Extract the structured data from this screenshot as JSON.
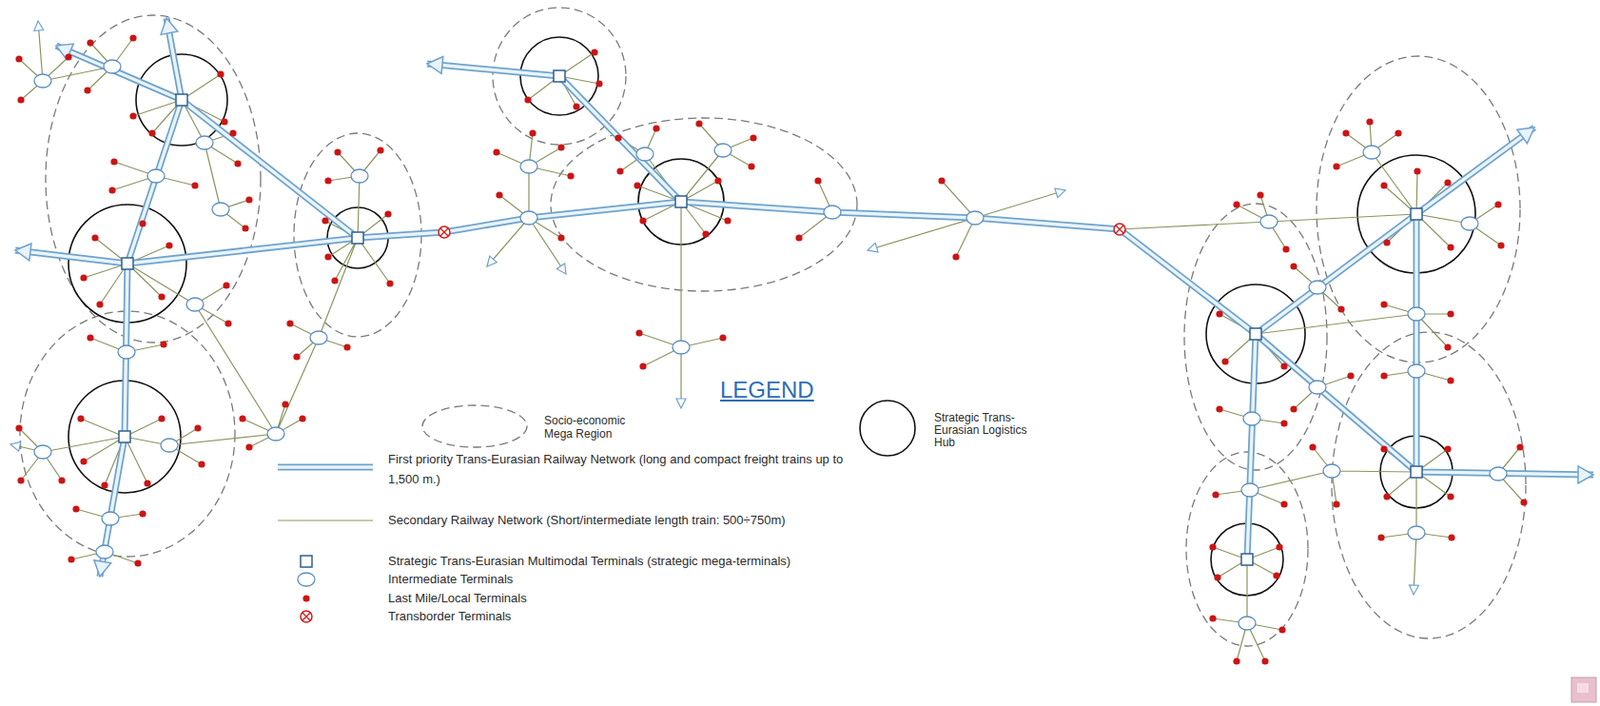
{
  "diagram": {
    "labels": [
      "LEGEND"
    ],
    "legend": [
      {
        "text": "Socio-economic Mega Region"
      },
      {
        "text": "Strategic Trans-Eurasian Logistics Hub"
      },
      {
        "text": "First priority Trans-Eurasian Railway Network (long and compact freight trains up to 1,500 m.)"
      },
      {
        "text": "Secondary Railway Network (Short/intermediate length train: 500÷750m)"
      },
      {
        "text": "Strategic Trans-Eurasian Multimodal Terminals (strategic mega-terminals)"
      },
      {
        "text": "Intermediate Terminals"
      },
      {
        "text": "Last Mile/Local Terminals"
      },
      {
        "text": "Transborder Terminals"
      }
    ]
  }
}
